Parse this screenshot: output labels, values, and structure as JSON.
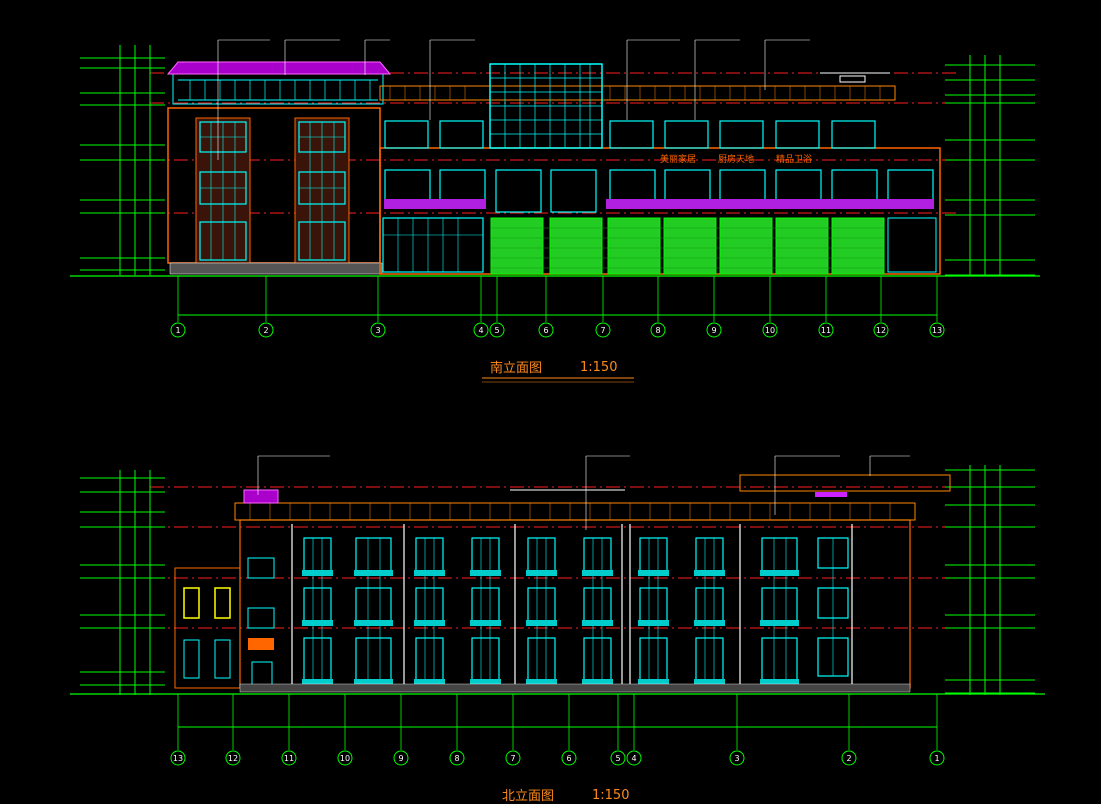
{
  "colors": {
    "background": "#000000",
    "dimension": "#00ff00",
    "outline": "#00ffff",
    "wall": "#ff6600",
    "datum": "#ff0000",
    "title": "#ff8a1c",
    "green_door": "#22dd22",
    "purple_band": "#cc22ff",
    "yellow": "#ffff00",
    "white": "#ffffff"
  },
  "south": {
    "title": "南立面图",
    "scale": "1:150",
    "axes": [
      "1",
      "2",
      "3",
      "4",
      "5",
      "6",
      "7",
      "8",
      "9",
      "10",
      "11",
      "12",
      "13"
    ],
    "shop_signs": [
      "美丽家居",
      "厨房天地",
      "精品卫浴"
    ]
  },
  "north": {
    "title": "北立面图",
    "scale": "1:150",
    "axes": [
      "13",
      "12",
      "11",
      "10",
      "9",
      "8",
      "7",
      "6",
      "5",
      "4",
      "3",
      "2",
      "1"
    ]
  }
}
